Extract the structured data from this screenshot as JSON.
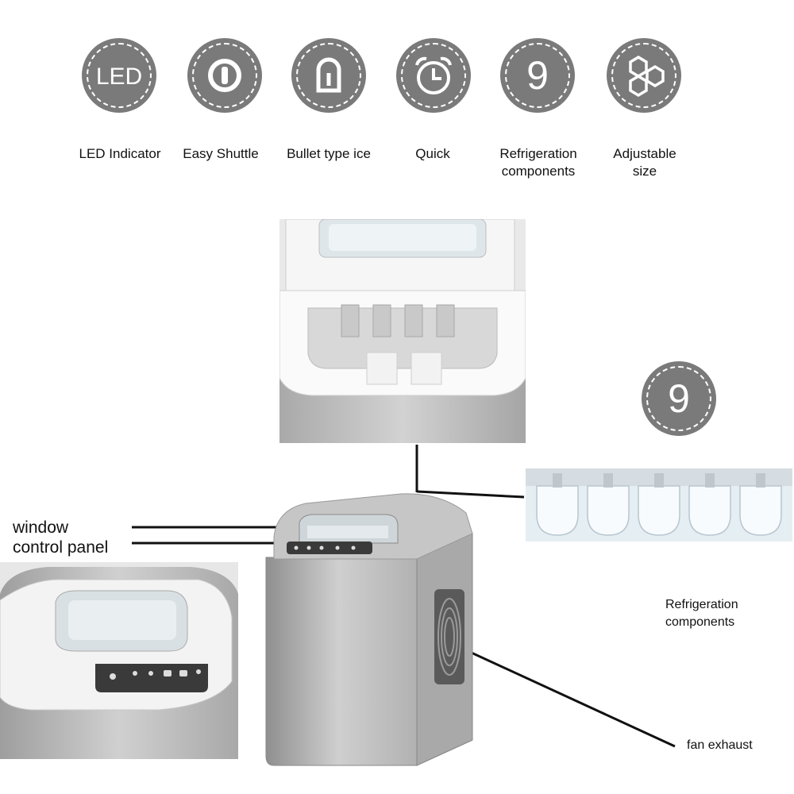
{
  "features": [
    {
      "icon": "led-icon",
      "glyph": "LED",
      "label": "LED Indicator"
    },
    {
      "icon": "power-button-icon",
      "glyph": "",
      "label": "Easy Shuttle"
    },
    {
      "icon": "bullet-ice-icon",
      "glyph": "",
      "label": "Bullet type ice"
    },
    {
      "icon": "alarm-clock-icon",
      "glyph": "",
      "label": "Quick"
    },
    {
      "icon": "nine-icon",
      "glyph": "9",
      "label_line1": "Refrigeration",
      "label_line2": "components"
    },
    {
      "icon": "hexagons-icon",
      "glyph": "",
      "label_line1": "Adjustable",
      "label_line2": "size"
    }
  ],
  "badge": {
    "icon": "nine-badge-icon",
    "glyph": "9"
  },
  "callouts": {
    "window": "window",
    "control_panel": "control panel",
    "fan_exhaust": "fan exhaust",
    "refrigeration_line1": "Refrigeration",
    "refrigeration_line2": "components"
  },
  "colors": {
    "icon_fill": "#7a7a7a",
    "machine_silver": "#b8b8b8",
    "lid_white": "#f2f2f2",
    "panel_dark": "#3a3a3a"
  }
}
